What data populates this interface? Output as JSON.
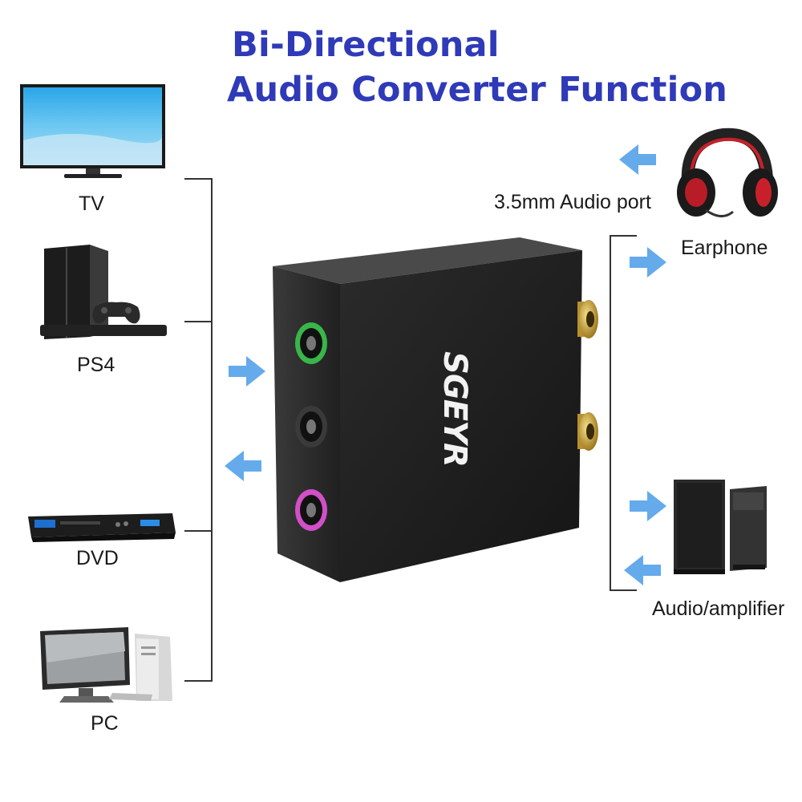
{
  "title": {
    "line1": "Bi-Directional",
    "line2": "Audio Converter Function"
  },
  "left_devices": [
    {
      "label": "TV",
      "icon": "tv-icon"
    },
    {
      "label": "PS4",
      "icon": "game-console-icon"
    },
    {
      "label": "DVD",
      "icon": "dvd-player-icon"
    },
    {
      "label": "PC",
      "icon": "desktop-computer-icon"
    }
  ],
  "right_devices": {
    "earphone": {
      "label": "Earphone",
      "port_label": "3.5mm Audio port",
      "icon": "headset-icon"
    },
    "speaker": {
      "label": "Audio/amplifier",
      "icon": "speaker-icon"
    }
  },
  "product": {
    "brand": "SGEYR",
    "jack_colors": [
      "#39b54a",
      "#222222",
      "#d24fc8"
    ]
  },
  "colors": {
    "title": "#2f3ab8",
    "arrow": "#4a9be8"
  }
}
